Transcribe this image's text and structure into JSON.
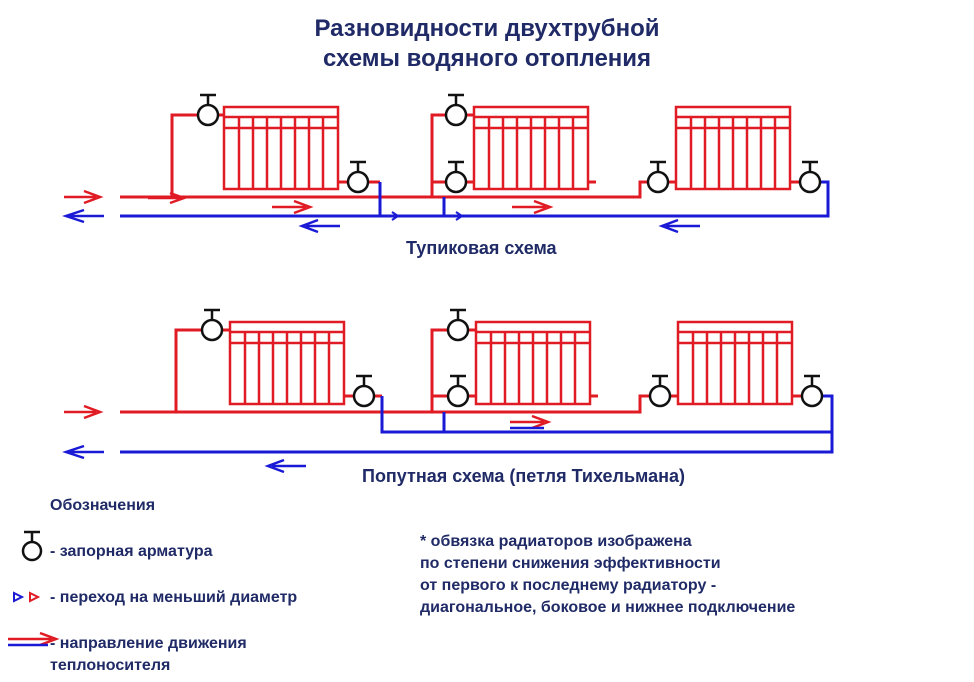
{
  "title": {
    "line1": "Разновидности двухтрубной",
    "line2": "схемы водяного отопления"
  },
  "schemes": {
    "dead_end_label": "Тупиковая схема",
    "tichelmann_label": "Попутная схема (петля Тихельмана)"
  },
  "legend": {
    "heading": "Обозначения",
    "valve": "- запорная арматура",
    "reducer": "- переход на меньший диаметр",
    "direction_line1": "- направление движения",
    "direction_line2": "теплоносителя"
  },
  "note": {
    "line1": "* обвязка радиаторов изображена",
    "line2": "по степени снижения эффективности",
    "line3": "от первого к последнему радиатору -",
    "line4": "диагональное, боковое и нижнее подключение"
  },
  "colors": {
    "supply": "#e01b24",
    "return": "#1a1ad6",
    "text": "#1f2a66"
  }
}
